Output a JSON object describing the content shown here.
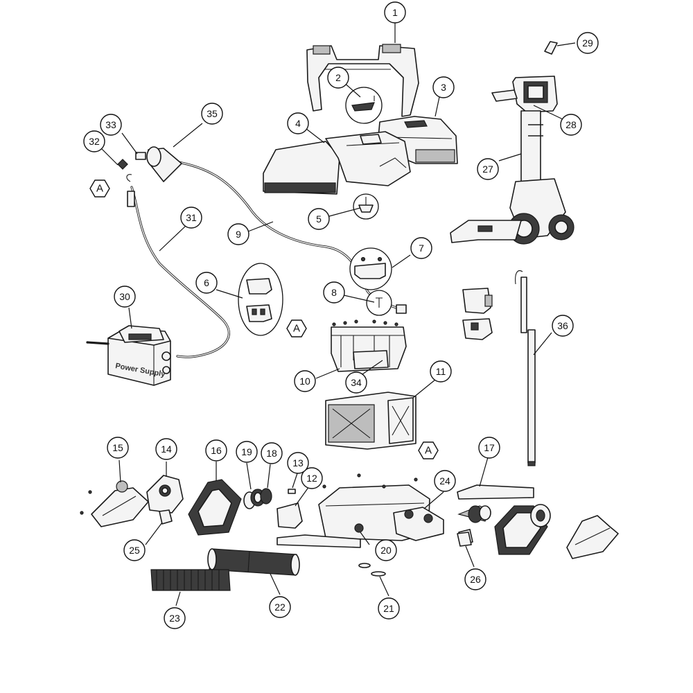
{
  "callouts": [
    {
      "num": "1"
    },
    {
      "num": "2"
    },
    {
      "num": "3"
    },
    {
      "num": "4"
    },
    {
      "num": "5"
    },
    {
      "num": "6"
    },
    {
      "num": "7"
    },
    {
      "num": "8"
    },
    {
      "num": "9"
    },
    {
      "num": "10"
    },
    {
      "num": "11"
    },
    {
      "num": "12"
    },
    {
      "num": "13"
    },
    {
      "num": "14"
    },
    {
      "num": "15"
    },
    {
      "num": "16"
    },
    {
      "num": "17"
    },
    {
      "num": "18"
    },
    {
      "num": "19"
    },
    {
      "num": "20"
    },
    {
      "num": "21"
    },
    {
      "num": "22"
    },
    {
      "num": "23"
    },
    {
      "num": "24"
    },
    {
      "num": "25"
    },
    {
      "num": "26"
    },
    {
      "num": "27"
    },
    {
      "num": "28"
    },
    {
      "num": "29"
    },
    {
      "num": "30"
    },
    {
      "num": "31"
    },
    {
      "num": "32"
    },
    {
      "num": "33"
    },
    {
      "num": "34"
    },
    {
      "num": "35"
    },
    {
      "num": "36"
    }
  ],
  "markers": [
    {
      "label": "A"
    },
    {
      "label": "A"
    },
    {
      "label": "A"
    }
  ],
  "power_supply_label": "Power Supply"
}
